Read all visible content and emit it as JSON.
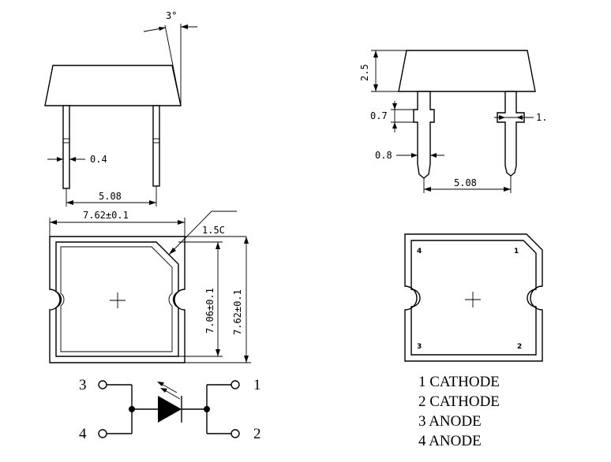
{
  "side_view": {
    "angle_label": "3°",
    "pin_width_label": "0.4",
    "pin_pitch_label": "5.08"
  },
  "front_view": {
    "height_label": "2.5",
    "shoulder_label": "0.7",
    "lead_width_label": "0.8",
    "right_lead_label": "1.",
    "pin_pitch_label": "5.08"
  },
  "bottom_view": {
    "width_label": "7.62±0.1",
    "chamfer_label": "1.5C",
    "inner_height_label": "7.06±0.1",
    "outer_height_label": "7.62±0.1"
  },
  "top_view": {
    "pins": [
      "4",
      "1",
      "3",
      "2"
    ]
  },
  "circuit": {
    "pins": [
      "3",
      "1",
      "4",
      "2"
    ]
  },
  "legend": [
    "1 CATHODE",
    "2 CATHODE",
    "3 ANODE",
    "4 ANODE"
  ]
}
